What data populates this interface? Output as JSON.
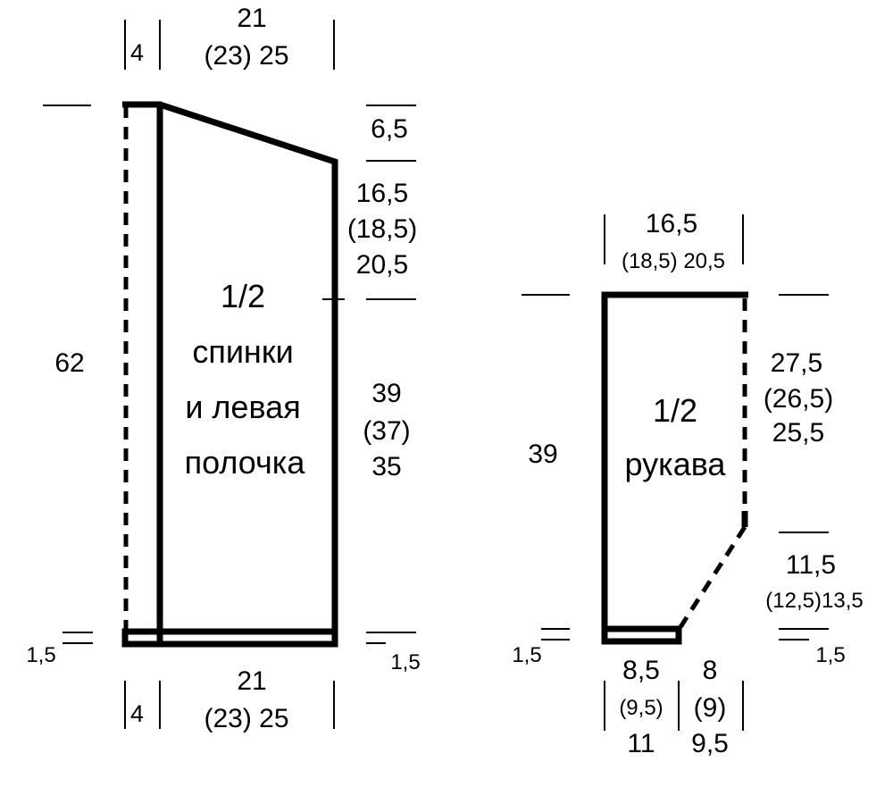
{
  "back_piece": {
    "top_margin": "4",
    "top_width_line1": "21",
    "top_width_line2": "(23) 25",
    "shoulder_drop": "6,5",
    "armhole_line1": "16,5",
    "armhole_line2": "(18,5)",
    "armhole_line3": "20,5",
    "side_line1": "39",
    "side_line2": "(37)",
    "side_line3": "35",
    "total_height": "62",
    "label_line1": "1/2",
    "label_line2": "спинки",
    "label_line3": "и левая",
    "label_line4": "полочка",
    "hem_left": "1,5",
    "hem_right": "1,5",
    "bottom_margin": "4",
    "bottom_width_line1": "21",
    "bottom_width_line2": "(23) 25"
  },
  "sleeve_piece": {
    "top_width_line1": "16,5",
    "top_width_line2": "(18,5) 20,5",
    "side_line1": "27,5",
    "side_line2": "(26,5)",
    "side_line3": "25,5",
    "height": "39",
    "label_line1": "1/2",
    "label_line2": "рукава",
    "bevel_line1": "11,5",
    "bevel_line2": "(12,5)13,5",
    "hem_left": "1,5",
    "hem_right": "1,5",
    "bottom_left_line1": "8,5",
    "bottom_left_line2": "(9,5)",
    "bottom_left_line3": "11",
    "bottom_right_line1": "8",
    "bottom_right_line2": "(9)",
    "bottom_right_line3": "9,5"
  }
}
